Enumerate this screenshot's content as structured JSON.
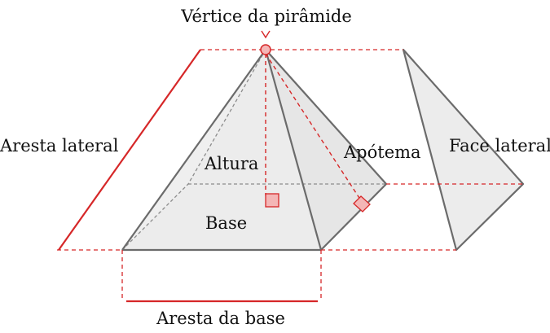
{
  "labels": {
    "vertex": "Vértice da pirâmide",
    "lateral_edge": "Aresta lateral",
    "height": "Altura",
    "apothem": "Apótema",
    "lateral_face": "Face lateral",
    "base": "Base",
    "base_edge": "Aresta da base"
  },
  "colors": {
    "face_fill": "#ececec",
    "edge": "#6b6b6b",
    "hidden_edge": "#8c8c8c",
    "accent": "#d62728",
    "vertex_fill": "#f4b6b6"
  }
}
